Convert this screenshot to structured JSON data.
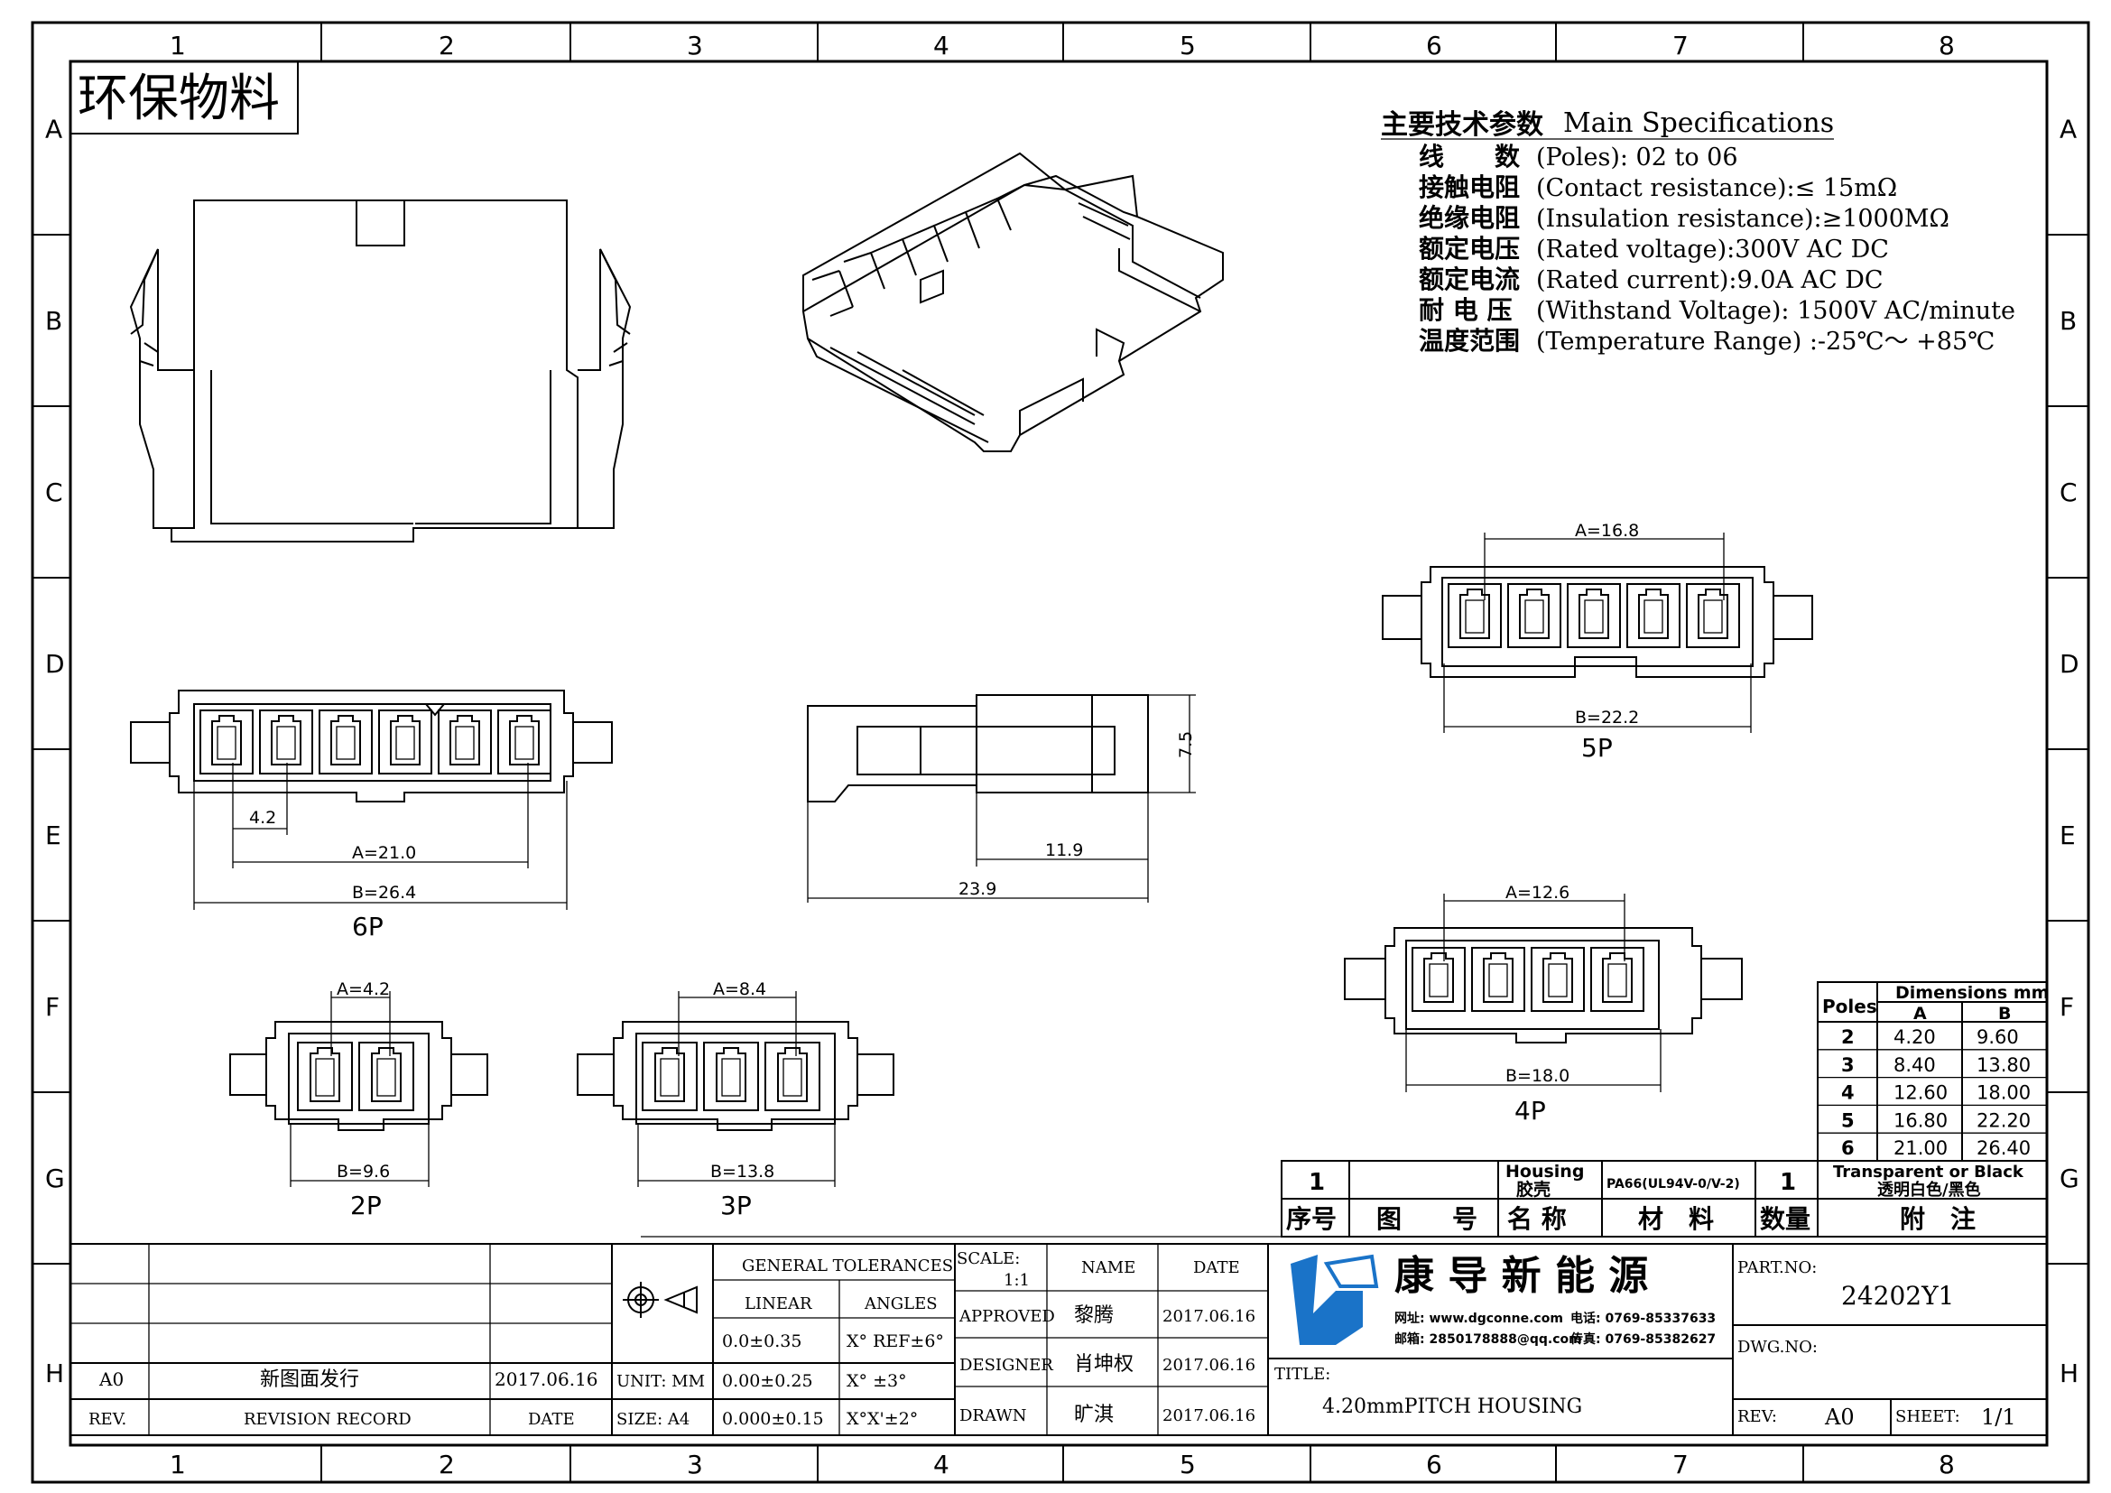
{
  "frame": {
    "columns": [
      "1",
      "2",
      "3",
      "4",
      "5",
      "6",
      "7",
      "8"
    ],
    "rows": [
      "A",
      "B",
      "C",
      "D",
      "E",
      "F",
      "G",
      "H"
    ]
  },
  "stamp": "环保物料",
  "specs": {
    "heading_cn": "主要技术参数",
    "heading_en": "Main Specifications",
    "items": [
      {
        "cn": "线　　数",
        "en": "(Poles): 02 to 06"
      },
      {
        "cn": "接触电阻",
        "en": "(Contact resistance):≤ 15mΩ"
      },
      {
        "cn": "绝缘电阻",
        "en": "(Insulation resistance):≥1000MΩ"
      },
      {
        "cn": "额定电压",
        "en": "(Rated voltage):300V AC DC"
      },
      {
        "cn": "额定电流",
        "en": "(Rated current):9.0A AC DC"
      },
      {
        "cn": "耐 电 压",
        "en": "(Withstand Voltage): 1500V AC/minute"
      },
      {
        "cn": "温度范围",
        "en": "(Temperature Range) :-25℃～ +85℃"
      }
    ]
  },
  "views": {
    "p6": {
      "label": "6P",
      "a": "A=21.0",
      "b": "B=26.4",
      "pitch": "4.2"
    },
    "p5": {
      "label": "5P",
      "a": "A=16.8",
      "b": "B=22.2"
    },
    "p4": {
      "label": "4P",
      "a": "A=12.6",
      "b": "B=18.0"
    },
    "p3": {
      "label": "3P",
      "a": "A=8.4",
      "b": "B=13.8"
    },
    "p2": {
      "label": "2P",
      "a": "A=4.2",
      "b": "B=9.6"
    },
    "side": {
      "height": "7.5",
      "len1": "11.9",
      "len2": "23.9"
    }
  },
  "dimensions_table": {
    "poles_header": "Poles",
    "title": "Dimensions mm",
    "col_a": "A",
    "col_b": "B",
    "rows": [
      {
        "poles": "2",
        "a": "4.20",
        "b": "9.60"
      },
      {
        "poles": "3",
        "a": "8.40",
        "b": "13.80"
      },
      {
        "poles": "4",
        "a": "12.60",
        "b": "18.00"
      },
      {
        "poles": "5",
        "a": "16.80",
        "b": "22.20"
      },
      {
        "poles": "6",
        "a": "21.00",
        "b": "26.40"
      }
    ]
  },
  "bom": {
    "row": {
      "no": "1",
      "name_en": "Housing",
      "name_cn": "胶壳",
      "material": "PA66(UL94V-0/V-2)",
      "qty": "1",
      "note_en": "Transparent or Black",
      "note_cn": "透明白色/黑色"
    },
    "headers": {
      "no": "序号",
      "drawing": "图　　号",
      "name": "名 称",
      "material": "材　料",
      "qty": "数量",
      "note": "附　注"
    }
  },
  "title_block": {
    "revisions": [
      {
        "rev": "A0",
        "record": "新图面发行",
        "date": "2017.06.16"
      }
    ],
    "rev_header": "REV.",
    "record_header": "REVISION RECORD",
    "date_header": "DATE",
    "unit": "UNIT: MM",
    "size": "SIZE: A4",
    "tolerances": {
      "title": "GENERAL TOLERANCES",
      "linear": "LINEAR",
      "angles": "ANGLES",
      "rows": [
        {
          "linear": "0.0±0.35",
          "angle": "X° REF±6°"
        },
        {
          "linear": "0.00±0.25",
          "angle": "X° ±3°"
        },
        {
          "linear": "0.000±0.15",
          "angle": "X°X'±2°"
        }
      ]
    },
    "scale_label": "SCALE:",
    "scale_value": "1:1",
    "name_header": "NAME",
    "date_col_header": "DATE",
    "approvals": [
      {
        "role": "APPROVED",
        "name": "黎腾",
        "date": "2017.06.16"
      },
      {
        "role": "DESIGNER",
        "name": "肖坤权",
        "date": "2017.06.16"
      },
      {
        "role": "DRAWN",
        "name": "旷淇",
        "date": "2017.06.16"
      }
    ],
    "company": "康 导 新 能 源",
    "company_web": "网址: www.dgconne.com",
    "company_tel": "电话: 0769-85337633",
    "company_email": "邮箱: 2850178888@qq.com",
    "company_fax": "传真: 0769-85382627",
    "title_label": "TITLE:",
    "title_value": "4.20mmPITCH HOUSING",
    "part_no_label": "PART.NO:",
    "part_no": "24202Y1",
    "dwg_no_label": "DWG.NO:",
    "rev_label": "REV:",
    "rev_value": "A0",
    "sheet_label": "SHEET:",
    "sheet_value": "1/1",
    "logo_color": "#1a73c8"
  }
}
